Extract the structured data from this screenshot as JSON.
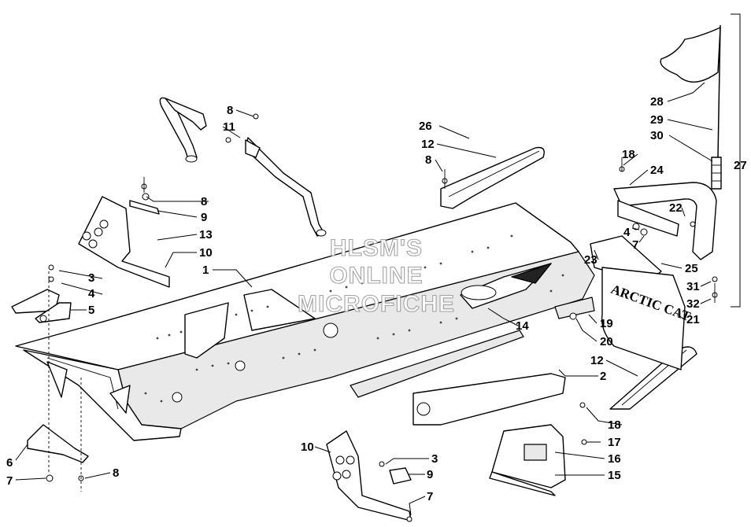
{
  "watermark": {
    "line1": "HLSM'S",
    "line2": "ONLINE",
    "line3": "MICROFICHE"
  },
  "decal": {
    "flap_text": "ARCTIC CAT"
  },
  "callouts": {
    "c1": "1",
    "c2": "2",
    "c3a": "3",
    "c3b": "3",
    "c4a": "4",
    "c4b": "4",
    "c5": "5",
    "c6": "6",
    "c7a": "7",
    "c7b": "7",
    "c7c": "7",
    "c8a": "8",
    "c8b": "8",
    "c8c": "8",
    "c8d": "8",
    "c9a": "9",
    "c9b": "9",
    "c10a": "10",
    "c10b": "10",
    "c11": "11",
    "c12a": "12",
    "c12b": "12",
    "c13": "13",
    "c14": "14",
    "c15": "15",
    "c16": "16",
    "c17": "17",
    "c18a": "18",
    "c18b": "18",
    "c19": "19",
    "c20": "20",
    "c21": "21",
    "c22": "22",
    "c23": "23",
    "c24": "24",
    "c25": "25",
    "c26": "26",
    "c27": "27",
    "c28": "28",
    "c29": "29",
    "c30": "30",
    "c31": "31",
    "c32": "32"
  }
}
